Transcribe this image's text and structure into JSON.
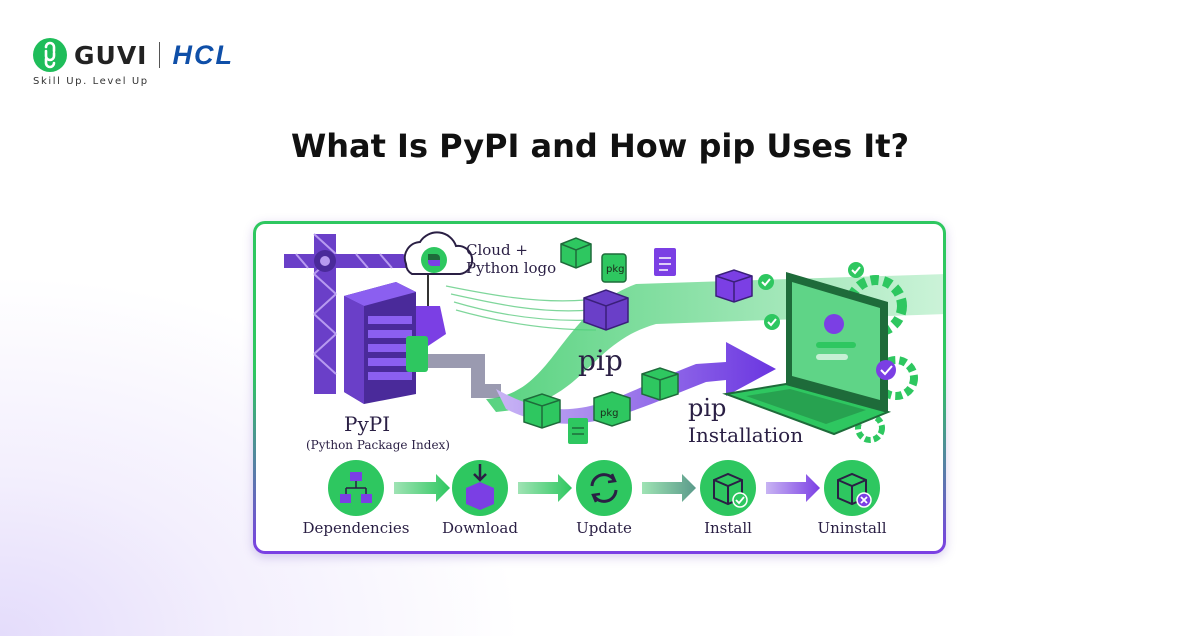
{
  "brand": {
    "guvi": "GUVI",
    "hcl": "HCL",
    "tagline": "Skill Up. Level Up"
  },
  "title": "What Is PyPI and How pip Uses It?",
  "diagram": {
    "cloud_label_line1": "Cloud +",
    "cloud_label_line2": "Python logo",
    "pypi_title": "PyPI",
    "pypi_subtitle": "(Python Package Index)",
    "pip_flow_label": "pip",
    "pip_install_line1": "pip",
    "pip_install_line2": "Installation",
    "package_tag": "pkg",
    "steps": [
      {
        "label": "Dependencies",
        "icon": "hierarchy-icon"
      },
      {
        "label": "Download",
        "icon": "download-box-icon"
      },
      {
        "label": "Update",
        "icon": "refresh-icon"
      },
      {
        "label": "Install",
        "icon": "box-check-icon"
      },
      {
        "label": "Uninstall",
        "icon": "box-x-icon"
      }
    ]
  },
  "colors": {
    "green": "#2ec760",
    "purple": "#7b3fe4",
    "dark_purple": "#2a1f44",
    "hcl_blue": "#0f4fa8"
  }
}
